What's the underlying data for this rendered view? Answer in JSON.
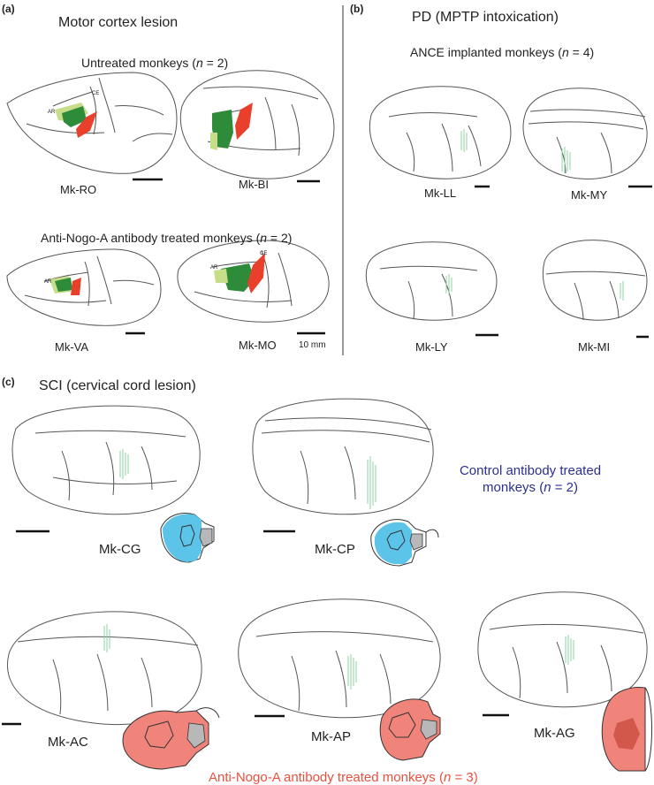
{
  "panel_a": {
    "letter": "(a)",
    "title": "Motor cortex lesion",
    "group1": {
      "pre": "Untreated monkeys (",
      "n": "n",
      "post": " = 2)"
    },
    "group2": {
      "pre": "Anti-Nogo-A antibody treated monkeys (",
      "n": "n",
      "post": " = 2)"
    },
    "monkeys": [
      "Mk-RO",
      "Mk-BI",
      "Mk-VA",
      "Mk-MO"
    ],
    "annotations": {
      "ar": "AR",
      "ce": "CE"
    },
    "scale_label": "10 mm"
  },
  "panel_b": {
    "letter": "(b)",
    "title": "PD (MPTP intoxication)",
    "group1": {
      "pre": "ANCE implanted monkeys (",
      "n": "n",
      "post": " = 4)"
    },
    "monkeys": [
      "Mk-LL",
      "Mk-MY",
      "Mk-LY",
      "Mk-MI"
    ]
  },
  "panel_c": {
    "letter": "(c)",
    "title": "SCI (cervical cord lesion)",
    "control_group": {
      "line1": "Control antibody treated",
      "line2_pre": "monkeys (",
      "n": "n",
      "post": " = 2)"
    },
    "treated_group": {
      "pre": "Anti-Nogo-A antibody treated monkeys (",
      "n": "n",
      "post": " = 3)"
    },
    "monkeys": [
      "Mk-CG",
      "Mk-CP",
      "Mk-AC",
      "Mk-AP",
      "Mk-AG"
    ]
  },
  "colors": {
    "lesion_red": "#e8402a",
    "lesion_green_dark": "#2e8b3a",
    "lesion_green_light": "#c6de8a",
    "implant_green": "#8fd3a6",
    "control_blue": "#5bc4e8",
    "treated_red": "#f0837a",
    "cord_gray": "#b8b8b8"
  }
}
